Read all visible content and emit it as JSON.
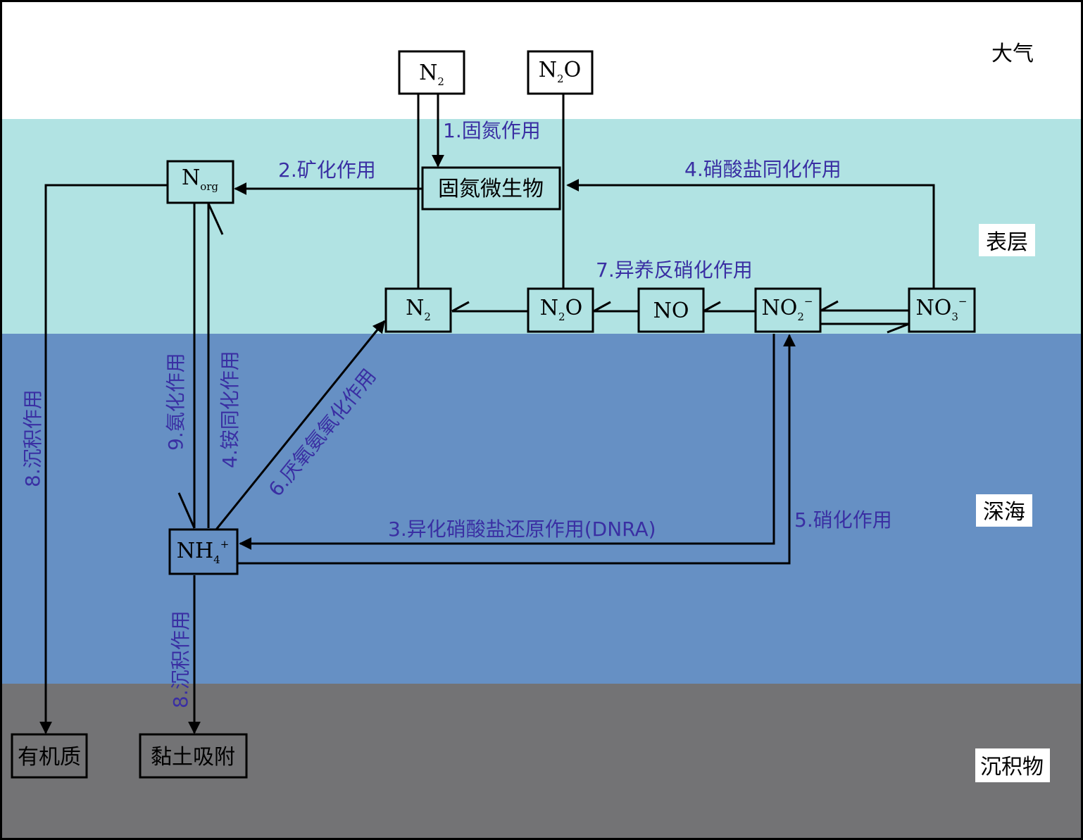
{
  "colors": {
    "atmosphere": "#ffffff",
    "surface": "#b1e3e3",
    "deep_sea": "#6690c4",
    "sediment": "#737375",
    "process_text": "#3a2fa3"
  },
  "layers": {
    "atmosphere": "大气",
    "surface": "表层",
    "deep_sea": "深海",
    "sediment": "沉积物"
  },
  "nodes": {
    "n2_atm": {
      "main": "N",
      "sub": "2",
      "tail": ""
    },
    "n2o_atm": {
      "main": "N",
      "sub": "2",
      "tail": "O"
    },
    "fixers": "固氮微生物",
    "norg": {
      "main": "N",
      "sub": "org"
    },
    "n2_ocean": {
      "main": "N",
      "sub": "2"
    },
    "n2o_ocean": {
      "main": "N",
      "sub": "2",
      "tail": "O"
    },
    "no": "NO",
    "no2": {
      "main": "NO",
      "sub": "2",
      "sup": "−"
    },
    "no3": {
      "main": "NO",
      "sub": "3",
      "sup": "−"
    },
    "nh4": {
      "main": "NH",
      "sub": "4",
      "sup": "+"
    },
    "organic_matter": "有机质",
    "clay_adsorption": "黏土吸附"
  },
  "processes": {
    "fixation": "1.固氮作用",
    "mineralization": "2.矿化作用",
    "nitrate_assimilation": "4.硝酸盐同化作用",
    "heterotrophic_denitrification": "7.异养反硝化作用",
    "dnra": "3.异化硝酸盐还原作用(DNRA)",
    "nitrification": "5.硝化作用",
    "anammox": "6.厌氧氨氧化作用",
    "ammonification": "9.氨化作用",
    "ammonium_assimilation": "4.铵同化作用",
    "sedimentation_left": "8.沉积作用",
    "sedimentation_nh4": "8.沉积作用"
  }
}
